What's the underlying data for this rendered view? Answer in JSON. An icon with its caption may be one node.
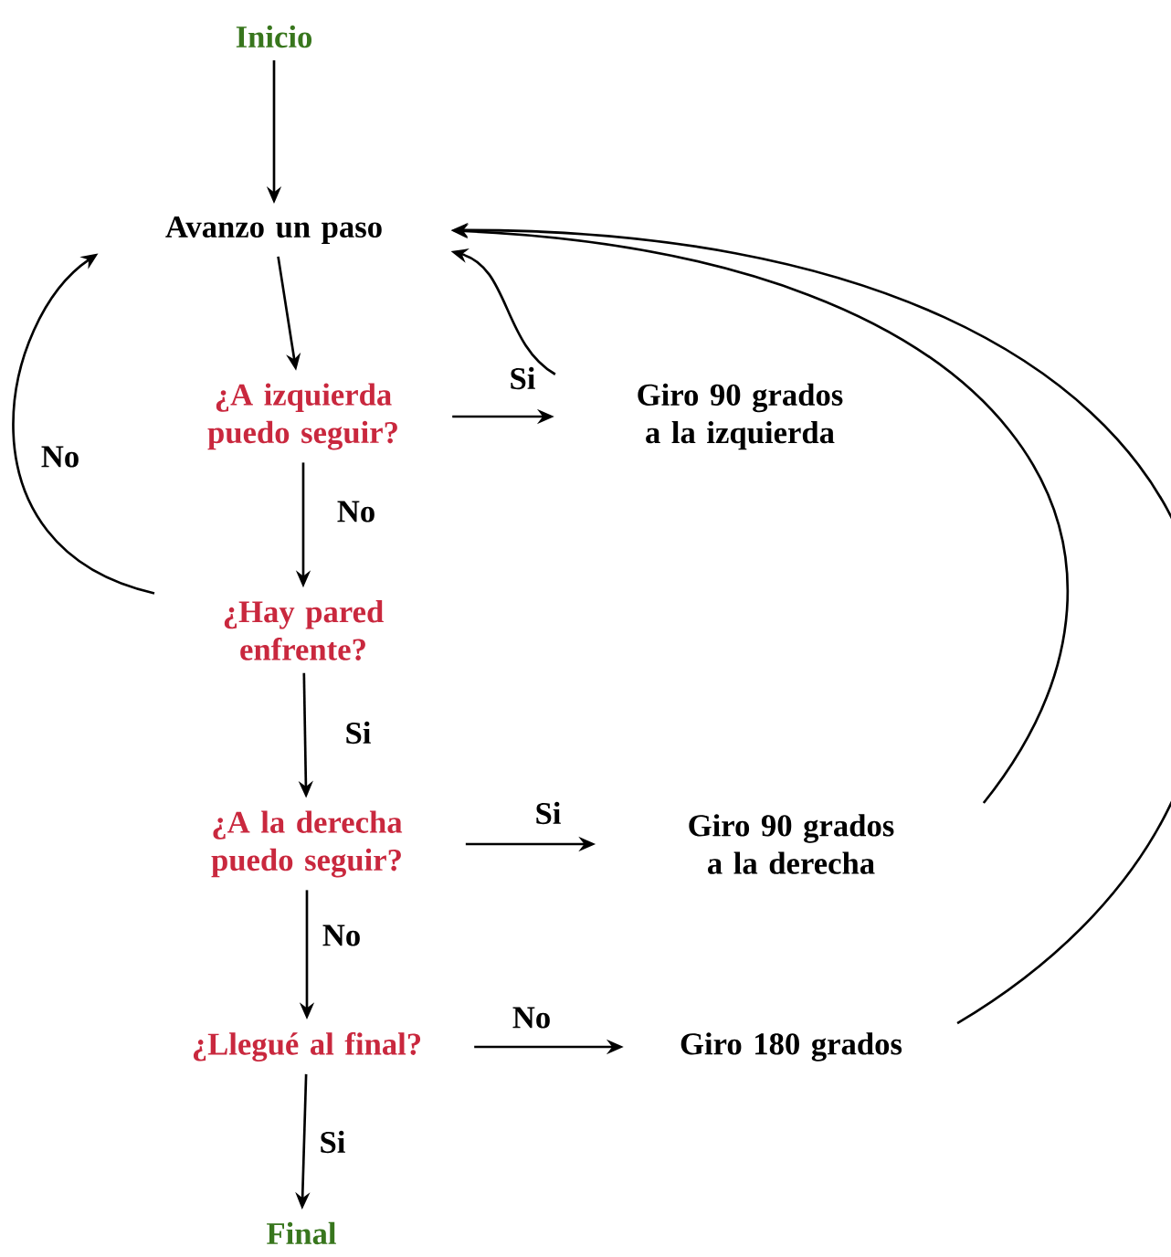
{
  "diagram": {
    "nodes": [
      {
        "text": [
          "Inicio"
        ]
      },
      {
        "text": [
          "Avanzo un paso"
        ]
      },
      {
        "text": [
          "¿A izquierda puedo seguir?"
        ]
      },
      {
        "text": [
          "Giro 90 grados a la izquierda"
        ]
      },
      {
        "text": [
          "¿Hay pared enfrente?"
        ]
      },
      {
        "text": [
          "¿A la derecha puedo seguir?"
        ]
      },
      {
        "text": [
          "Giro 90 grados a la derecha"
        ]
      },
      {
        "text": [
          "¿Llegué al final?"
        ]
      },
      {
        "text": [
          "Giro 180 grados"
        ]
      },
      {
        "text": [
          "Final"
        ]
      }
    ],
    "edges": [
      {
        "from": 0,
        "to": 1,
        "arrow": "to"
      },
      {
        "from": 1,
        "to": 2,
        "arrow": "to"
      },
      {
        "from": 2,
        "to": 3,
        "arrow": "to",
        "label": "Si"
      },
      {
        "from": 2,
        "to": 4,
        "arrow": "to",
        "label": "No"
      },
      {
        "from": 4,
        "to": 1,
        "arrow": "to",
        "label": "No"
      },
      {
        "from": 4,
        "to": 5,
        "arrow": "to",
        "label": "Si"
      },
      {
        "from": 5,
        "to": 6,
        "arrow": "to",
        "label": "Si"
      },
      {
        "from": 5,
        "to": 7,
        "arrow": "to",
        "label": "No"
      },
      {
        "from": 7,
        "to": 8,
        "arrow": "to",
        "label": "No"
      },
      {
        "from": 7,
        "to": 9,
        "arrow": "to",
        "label": "Si"
      },
      {
        "from": 3,
        "to": 1,
        "arrow": "to"
      },
      {
        "from": 6,
        "to": 1,
        "arrow": "to"
      },
      {
        "from": 8,
        "to": 1,
        "arrow": "to"
      }
    ]
  }
}
